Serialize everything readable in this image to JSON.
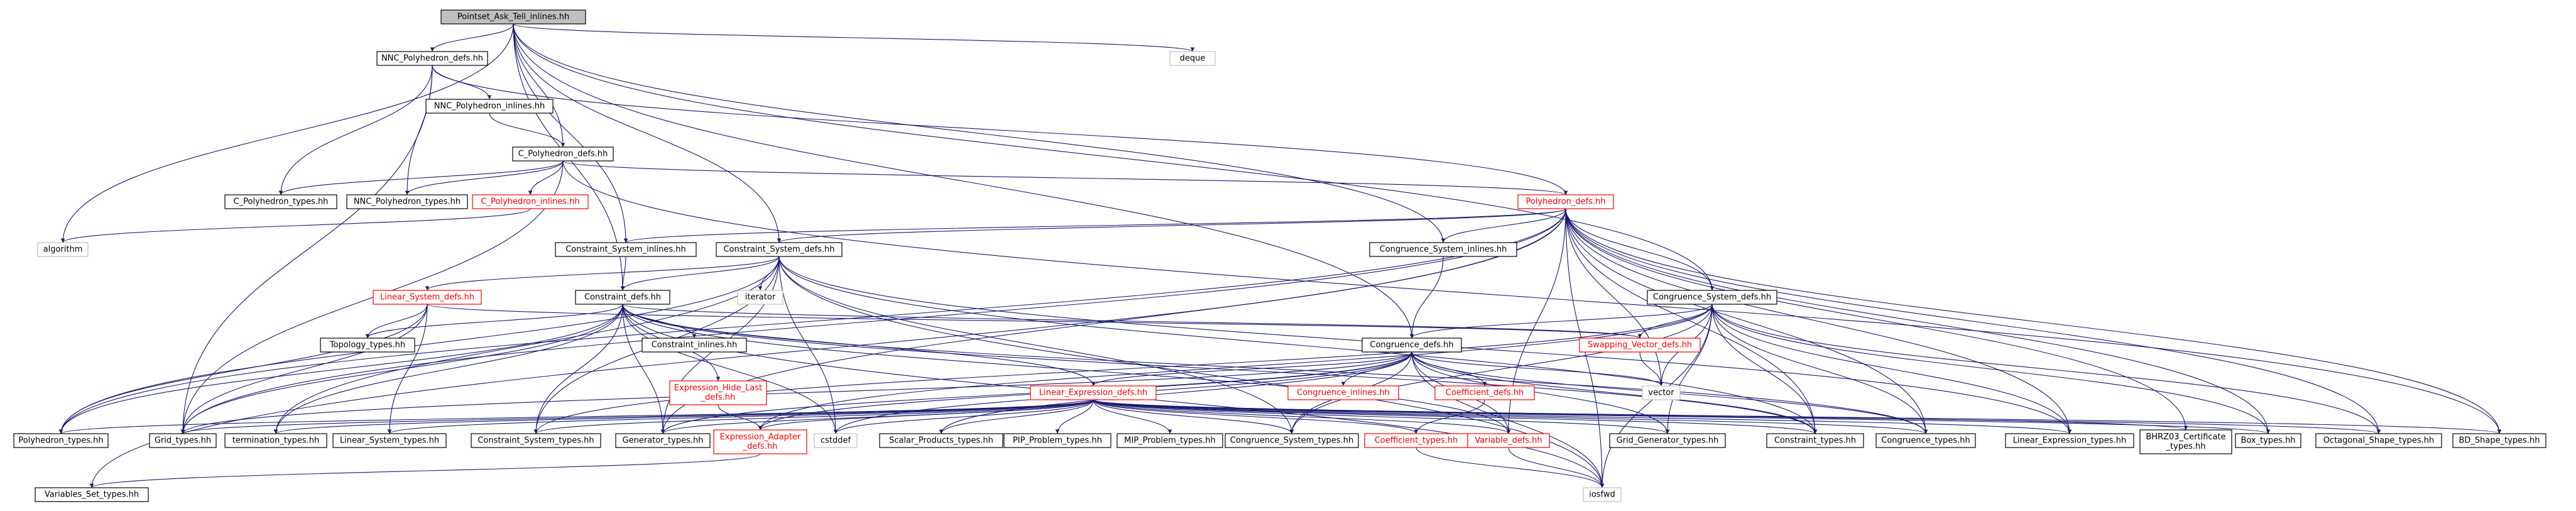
{
  "nodes": [
    {
      "id": "pointset",
      "label": "Pointset_Ask_Tell_inlines.hh",
      "style": "root"
    },
    {
      "id": "deque",
      "label": "deque",
      "style": "gray"
    },
    {
      "id": "nnc_defs",
      "label": "NNC_Polyhedron_defs.hh",
      "style": "normal"
    },
    {
      "id": "nnc_inlines",
      "label": "NNC_Polyhedron_inlines.hh",
      "style": "normal"
    },
    {
      "id": "c_defs",
      "label": "C_Polyhedron_defs.hh",
      "style": "normal"
    },
    {
      "id": "c_types",
      "label": "C_Polyhedron_types.hh",
      "style": "normal"
    },
    {
      "id": "nnc_types",
      "label": "NNC_Polyhedron_types.hh",
      "style": "normal"
    },
    {
      "id": "c_inlines",
      "label": "C_Polyhedron_inlines.hh",
      "style": "red"
    },
    {
      "id": "poly_defs",
      "label": "Polyhedron_defs.hh",
      "style": "red"
    },
    {
      "id": "algorithm",
      "label": "algorithm",
      "style": "gray"
    },
    {
      "id": "cs_inlines",
      "label": "Constraint_System_inlines.hh",
      "style": "normal"
    },
    {
      "id": "cs_defs",
      "label": "Constraint_System_defs.hh",
      "style": "normal"
    },
    {
      "id": "cgs_inlines",
      "label": "Congruence_System_inlines.hh",
      "style": "normal"
    },
    {
      "id": "ls_defs",
      "label": "Linear_System_defs.hh",
      "style": "red"
    },
    {
      "id": "con_defs",
      "label": "Constraint_defs.hh",
      "style": "normal"
    },
    {
      "id": "iterator",
      "label": "iterator",
      "style": "gray"
    },
    {
      "id": "cgs_defs",
      "label": "Congruence_System_defs.hh",
      "style": "normal"
    },
    {
      "id": "topo_types",
      "label": "Topology_types.hh",
      "style": "normal"
    },
    {
      "id": "con_inlines",
      "label": "Constraint_inlines.hh",
      "style": "normal"
    },
    {
      "id": "sv_defs",
      "label": "Swapping_Vector_defs.hh",
      "style": "red"
    },
    {
      "id": "cg_defs",
      "label": "Congruence_defs.hh",
      "style": "normal"
    },
    {
      "id": "vector",
      "label": "vector",
      "style": "gray"
    },
    {
      "id": "ehl_defs",
      "label": "Expression_Hide_Last\n_defs.hh",
      "style": "red"
    },
    {
      "id": "cg_inlines",
      "label": "Congruence_inlines.hh",
      "style": "red"
    },
    {
      "id": "coef_defs",
      "label": "Coefficient_defs.hh",
      "style": "red"
    },
    {
      "id": "le_defs",
      "label": "Linear_Expression_defs.hh",
      "style": "red"
    },
    {
      "id": "poly_types",
      "label": "Polyhedron_types.hh",
      "style": "normal"
    },
    {
      "id": "grid_types",
      "label": "Grid_types.hh",
      "style": "normal"
    },
    {
      "id": "term_types",
      "label": "termination_types.hh",
      "style": "normal"
    },
    {
      "id": "ls_types",
      "label": "Linear_System_types.hh",
      "style": "normal"
    },
    {
      "id": "cs_types",
      "label": "Constraint_System_types.hh",
      "style": "normal"
    },
    {
      "id": "gen_types",
      "label": "Generator_types.hh",
      "style": "normal"
    },
    {
      "id": "ea_defs",
      "label": "Expression_Adapter\n_defs.hh",
      "style": "red"
    },
    {
      "id": "cstddef",
      "label": "cstddef",
      "style": "gray"
    },
    {
      "id": "sp_types",
      "label": "Scalar_Products_types.hh",
      "style": "normal"
    },
    {
      "id": "pip_types",
      "label": "PIP_Problem_types.hh",
      "style": "normal"
    },
    {
      "id": "mip_types",
      "label": "MIP_Problem_types.hh",
      "style": "normal"
    },
    {
      "id": "cgs_types",
      "label": "Congruence_System_types.hh",
      "style": "normal"
    },
    {
      "id": "coef_types",
      "label": "Coefficient_types.hh",
      "style": "red"
    },
    {
      "id": "var_defs",
      "label": "Variable_defs.hh",
      "style": "red"
    },
    {
      "id": "gg_types",
      "label": "Grid_Generator_types.hh",
      "style": "normal"
    },
    {
      "id": "con_types",
      "label": "Constraint_types.hh",
      "style": "normal"
    },
    {
      "id": "cg_types",
      "label": "Congruence_types.hh",
      "style": "normal"
    },
    {
      "id": "le_types",
      "label": "Linear_Expression_types.hh",
      "style": "normal"
    },
    {
      "id": "bhrz_types",
      "label": "BHRZ03_Certificate\n_types.hh",
      "style": "normal"
    },
    {
      "id": "box_types",
      "label": "Box_types.hh",
      "style": "normal"
    },
    {
      "id": "os_types",
      "label": "Octagonal_Shape_types.hh",
      "style": "normal"
    },
    {
      "id": "bd_types",
      "label": "BD_Shape_types.hh",
      "style": "normal"
    },
    {
      "id": "vs_types",
      "label": "Variables_Set_types.hh",
      "style": "normal"
    },
    {
      "id": "iosfwd",
      "label": "iosfwd",
      "style": "gray"
    }
  ],
  "edges": [
    [
      "pointset",
      "deque"
    ],
    [
      "pointset",
      "nnc_defs"
    ],
    [
      "pointset",
      "c_defs"
    ],
    [
      "pointset",
      "algorithm"
    ],
    [
      "pointset",
      "cs_inlines"
    ],
    [
      "pointset",
      "cs_defs"
    ],
    [
      "pointset",
      "cgs_inlines"
    ],
    [
      "pointset",
      "cgs_defs"
    ],
    [
      "pointset",
      "con_defs"
    ],
    [
      "pointset",
      "cg_defs"
    ],
    [
      "nnc_defs",
      "nnc_inlines"
    ],
    [
      "nnc_defs",
      "c_types"
    ],
    [
      "nnc_defs",
      "nnc_types"
    ],
    [
      "nnc_defs",
      "poly_defs"
    ],
    [
      "nnc_defs",
      "grid_types"
    ],
    [
      "nnc_inlines",
      "c_defs"
    ],
    [
      "c_defs",
      "c_types"
    ],
    [
      "c_defs",
      "nnc_types"
    ],
    [
      "c_defs",
      "c_inlines"
    ],
    [
      "c_defs",
      "poly_defs"
    ],
    [
      "c_defs",
      "grid_types"
    ],
    [
      "c_defs",
      "bd_types"
    ],
    [
      "c_inlines",
      "algorithm"
    ],
    [
      "poly_defs",
      "cs_inlines"
    ],
    [
      "poly_defs",
      "cs_defs"
    ],
    [
      "poly_defs",
      "cgs_inlines"
    ],
    [
      "poly_defs",
      "cgs_defs"
    ],
    [
      "poly_defs",
      "poly_types"
    ],
    [
      "poly_defs",
      "grid_types"
    ],
    [
      "poly_defs",
      "vs_types"
    ],
    [
      "poly_defs",
      "vector"
    ],
    [
      "poly_defs",
      "var_defs"
    ],
    [
      "poly_defs",
      "con_types"
    ],
    [
      "poly_defs",
      "cg_types"
    ],
    [
      "poly_defs",
      "le_types"
    ],
    [
      "poly_defs",
      "bhrz_types"
    ],
    [
      "poly_defs",
      "box_types"
    ],
    [
      "poly_defs",
      "os_types"
    ],
    [
      "poly_defs",
      "bd_types"
    ],
    [
      "poly_defs",
      "iosfwd"
    ],
    [
      "poly_defs",
      "gen_types"
    ],
    [
      "cs_inlines",
      "con_defs"
    ],
    [
      "cs_defs",
      "ls_defs"
    ],
    [
      "cs_defs",
      "con_defs"
    ],
    [
      "cs_defs",
      "iterator"
    ],
    [
      "cs_defs",
      "cstddef"
    ],
    [
      "cs_defs",
      "poly_types"
    ],
    [
      "cs_defs",
      "term_types"
    ],
    [
      "cs_defs",
      "cs_types"
    ],
    [
      "cs_defs",
      "gen_types"
    ],
    [
      "cs_defs",
      "cgs_types"
    ],
    [
      "cs_defs",
      "con_types"
    ],
    [
      "cs_defs",
      "le_types"
    ],
    [
      "cs_defs",
      "iosfwd"
    ],
    [
      "cgs_inlines",
      "cg_defs"
    ],
    [
      "ls_defs",
      "topo_types"
    ],
    [
      "ls_defs",
      "poly_types"
    ],
    [
      "ls_defs",
      "ls_types"
    ],
    [
      "ls_defs",
      "sv_defs"
    ],
    [
      "ls_defs",
      "grid_types"
    ],
    [
      "con_defs",
      "topo_types"
    ],
    [
      "con_defs",
      "con_inlines"
    ],
    [
      "con_defs",
      "sv_defs"
    ],
    [
      "con_defs",
      "ehl_defs"
    ],
    [
      "con_defs",
      "le_defs"
    ],
    [
      "con_defs",
      "cg_types"
    ],
    [
      "con_defs",
      "poly_types"
    ],
    [
      "con_defs",
      "grid_types"
    ],
    [
      "con_defs",
      "term_types"
    ],
    [
      "con_defs",
      "cs_types"
    ],
    [
      "con_defs",
      "gen_types"
    ],
    [
      "con_defs",
      "cstddef"
    ],
    [
      "con_defs",
      "iosfwd"
    ],
    [
      "con_defs",
      "var_defs"
    ],
    [
      "con_defs",
      "con_types"
    ],
    [
      "cgs_defs",
      "cg_defs"
    ],
    [
      "cgs_defs",
      "sv_defs"
    ],
    [
      "cgs_defs",
      "cgs_types"
    ],
    [
      "cgs_defs",
      "con_types"
    ],
    [
      "cgs_defs",
      "cg_types"
    ],
    [
      "cgs_defs",
      "le_types"
    ],
    [
      "cgs_defs",
      "box_types"
    ],
    [
      "cgs_defs",
      "os_types"
    ],
    [
      "cgs_defs",
      "gg_types"
    ],
    [
      "cgs_defs",
      "iosfwd"
    ],
    [
      "cgs_defs",
      "vector"
    ],
    [
      "cgs_defs",
      "cs_types"
    ],
    [
      "cgs_defs",
      "ea_defs"
    ],
    [
      "sv_defs",
      "vector"
    ],
    [
      "cg_defs",
      "cg_inlines"
    ],
    [
      "cg_defs",
      "coef_defs"
    ],
    [
      "cg_defs",
      "le_defs"
    ],
    [
      "cg_defs",
      "vector"
    ],
    [
      "cg_defs",
      "grid_types"
    ],
    [
      "cg_defs",
      "cstddef"
    ],
    [
      "cg_defs",
      "sp_types"
    ],
    [
      "cg_defs",
      "cgs_types"
    ],
    [
      "cg_defs",
      "var_defs"
    ],
    [
      "cg_defs",
      "con_types"
    ],
    [
      "cg_defs",
      "cg_types"
    ],
    [
      "cg_defs",
      "iosfwd"
    ],
    [
      "cg_defs",
      "ea_defs"
    ],
    [
      "cg_defs",
      "gen_types"
    ],
    [
      "cg_defs",
      "gg_types"
    ],
    [
      "ehl_defs",
      "ea_defs"
    ],
    [
      "coef_defs",
      "coef_types"
    ],
    [
      "le_defs",
      "poly_types"
    ],
    [
      "le_defs",
      "grid_types"
    ],
    [
      "le_defs",
      "term_types"
    ],
    [
      "le_defs",
      "ls_types"
    ],
    [
      "le_defs",
      "cs_types"
    ],
    [
      "le_defs",
      "gen_types"
    ],
    [
      "le_defs",
      "ea_defs"
    ],
    [
      "le_defs",
      "cstddef"
    ],
    [
      "le_defs",
      "sp_types"
    ],
    [
      "le_defs",
      "pip_types"
    ],
    [
      "le_defs",
      "mip_types"
    ],
    [
      "le_defs",
      "cgs_types"
    ],
    [
      "le_defs",
      "coef_types"
    ],
    [
      "le_defs",
      "var_defs"
    ],
    [
      "le_defs",
      "gg_types"
    ],
    [
      "le_defs",
      "con_types"
    ],
    [
      "le_defs",
      "cg_types"
    ],
    [
      "le_defs",
      "le_types"
    ],
    [
      "le_defs",
      "bhrz_types"
    ],
    [
      "le_defs",
      "box_types"
    ],
    [
      "le_defs",
      "os_types"
    ],
    [
      "le_defs",
      "bd_types"
    ],
    [
      "ea_defs",
      "vs_types"
    ],
    [
      "var_defs",
      "iosfwd"
    ],
    [
      "coef_types",
      "iosfwd"
    ]
  ]
}
